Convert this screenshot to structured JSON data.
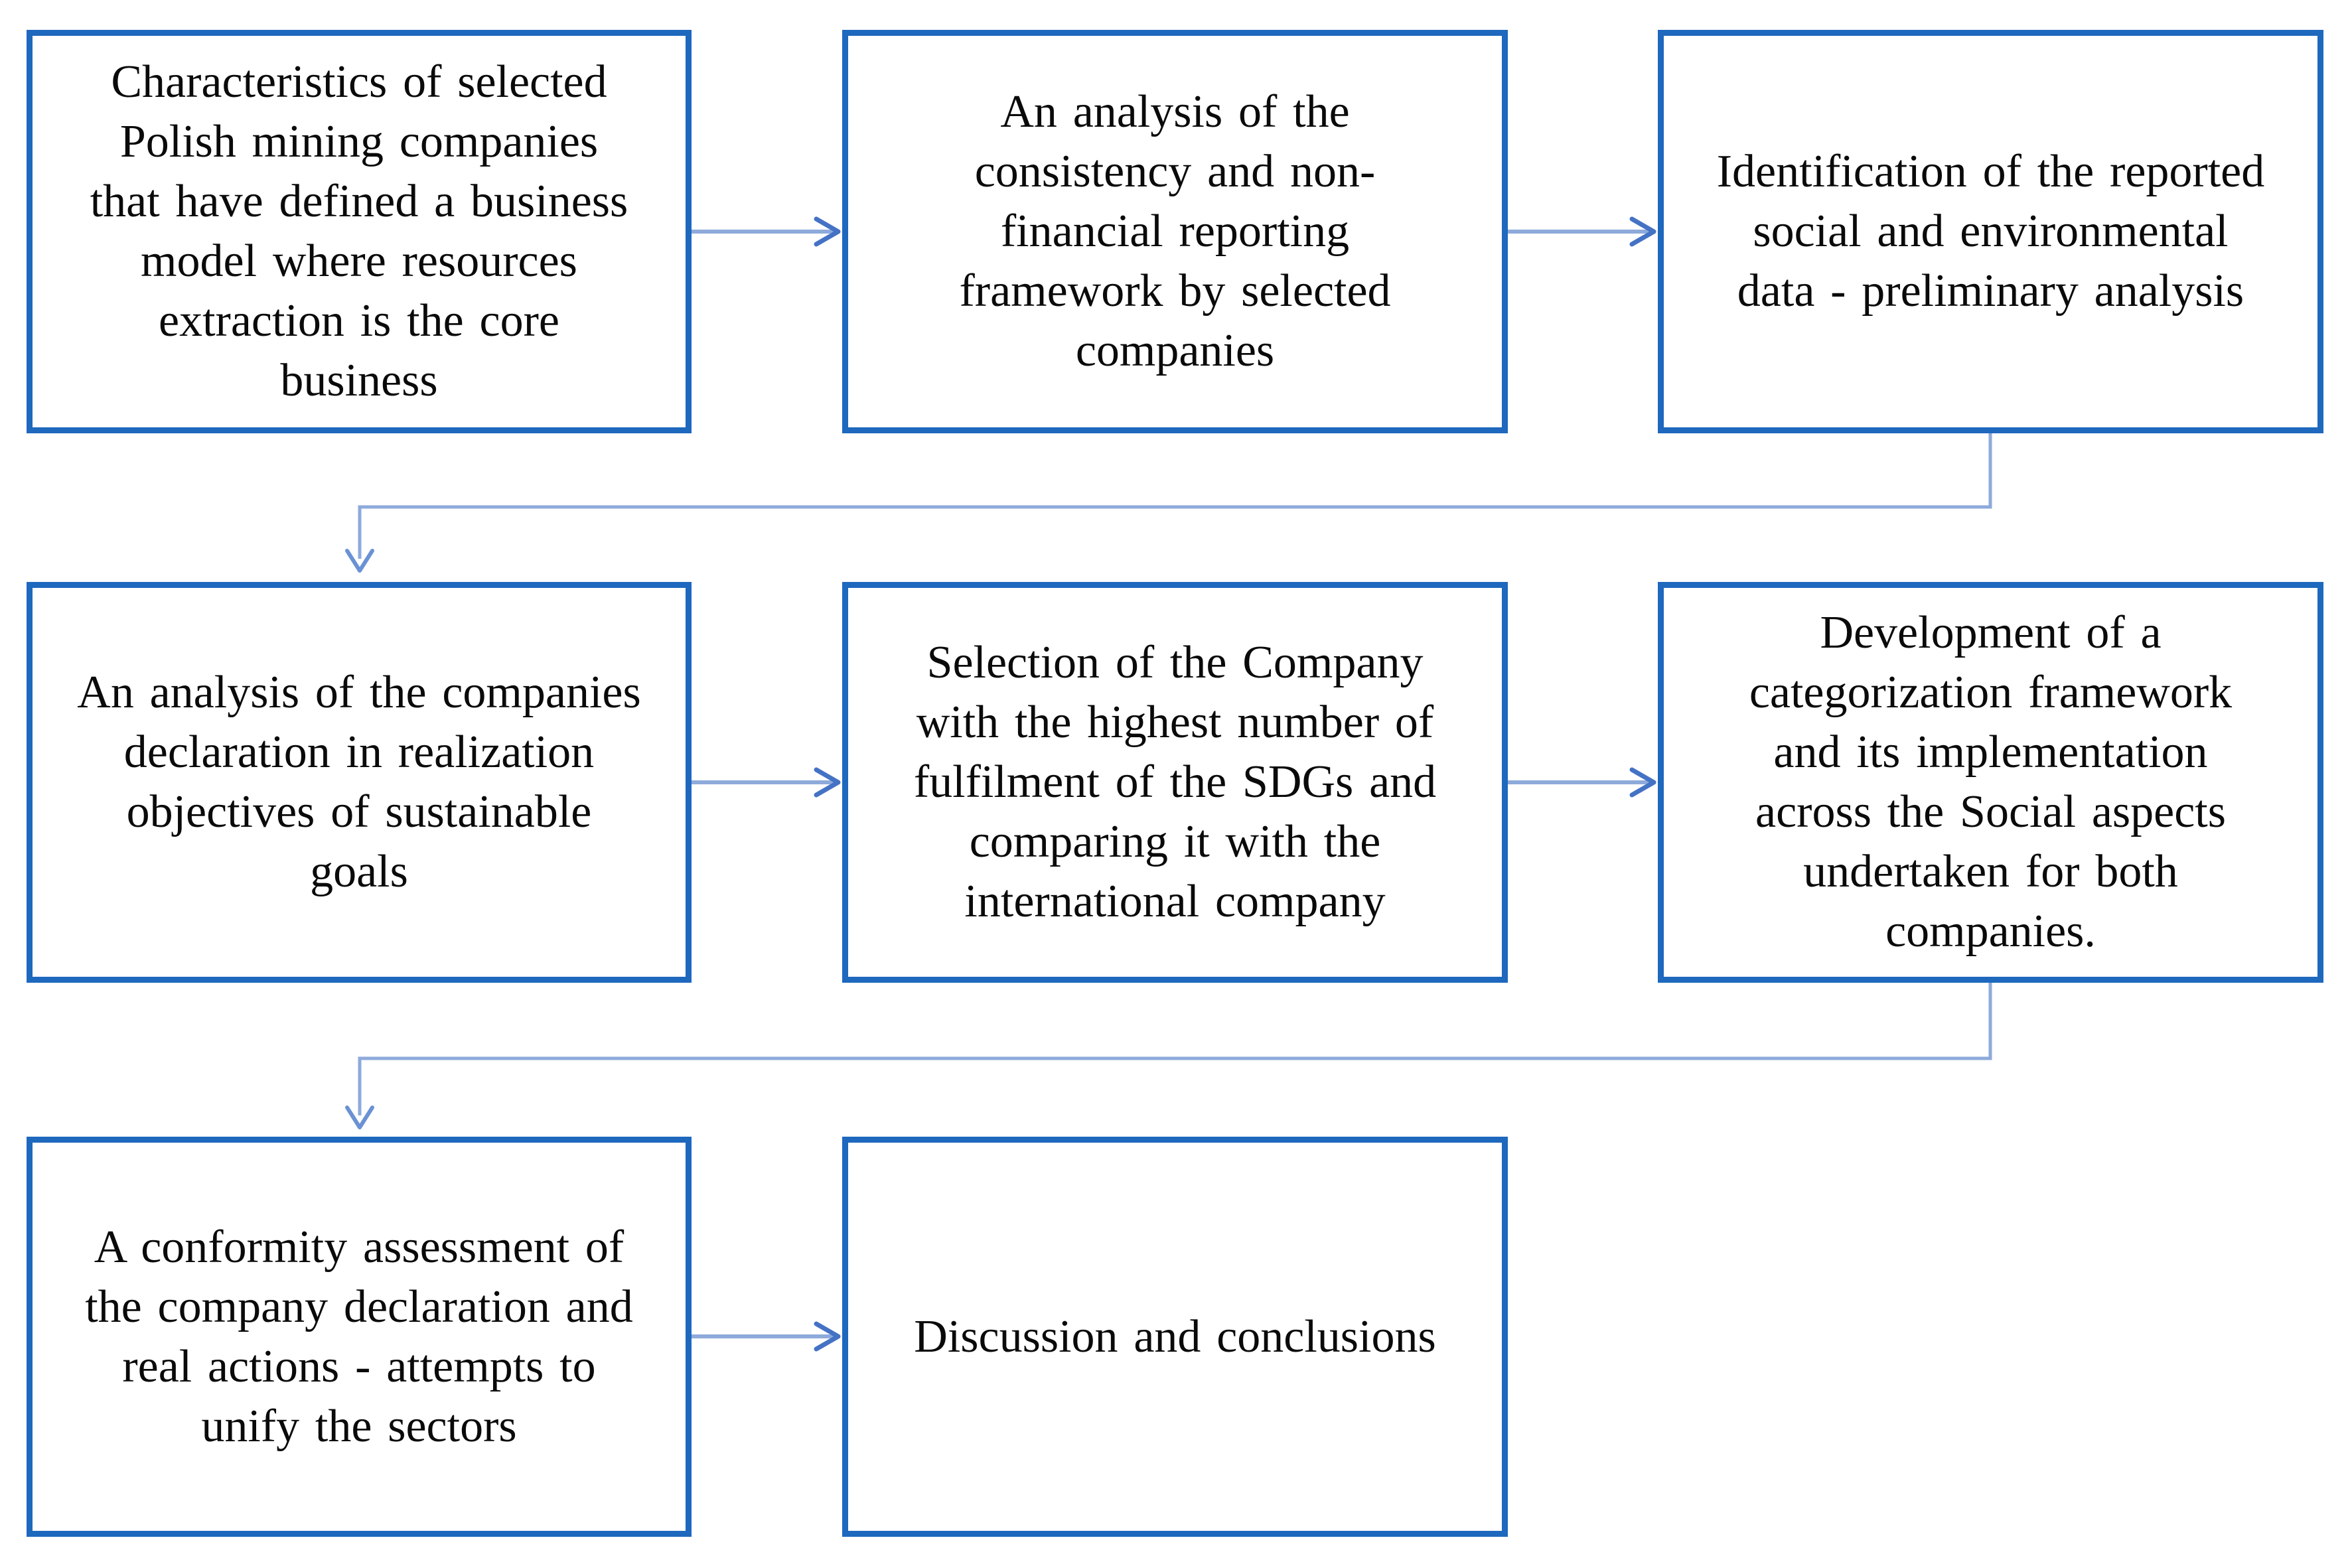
{
  "figure": {
    "type": "flowchart",
    "colors": {
      "box_border": "#1E68BE",
      "connector": "#8EAADB",
      "connector_dark": "#6A92D4",
      "arrowhead": "#4472C4",
      "text_color": "#0A0A0A",
      "bg": "#FFFFFF"
    },
    "boxes": [
      {
        "id": 1,
        "text": "Characteristics of selected\nPolish mining companies\nthat have defined a business\nmodel where resources\nextraction is the core\nbusiness"
      },
      {
        "id": 2,
        "text": "An analysis of the\nconsistency and non-\nfinancial reporting\nframework by selected\ncompanies"
      },
      {
        "id": 3,
        "text": "Identification of the reported\nsocial and environmental\ndata - preliminary analysis"
      },
      {
        "id": 4,
        "text": "An analysis of the companies\ndeclaration in realization\nobjectives of sustainable\ngoals"
      },
      {
        "id": 5,
        "text": "Selection of the Company\nwith the highest number of\nfulfilment of the SDGs and\ncomparing it with the\ninternational company"
      },
      {
        "id": 6,
        "text": "Development of a\ncategorization framework\nand its implementation\nacross the Social aspects\nundertaken for both\ncompanies."
      },
      {
        "id": 7,
        "text": "A conformity assessment of\nthe company declaration and\nreal actions - attempts to\nunify the sectors"
      },
      {
        "id": 8,
        "text": "Discussion and conclusions"
      }
    ],
    "connectors": [
      {
        "from": 1,
        "to": 2,
        "style": "straight-arrow"
      },
      {
        "from": 2,
        "to": 3,
        "style": "straight-arrow"
      },
      {
        "from": 3,
        "to": 4,
        "style": "elbow-arrow"
      },
      {
        "from": 4,
        "to": 5,
        "style": "straight-arrow"
      },
      {
        "from": 5,
        "to": 6,
        "style": "straight-arrow"
      },
      {
        "from": 6,
        "to": 7,
        "style": "elbow-arrow"
      },
      {
        "from": 7,
        "to": 8,
        "style": "straight-arrow"
      }
    ]
  }
}
